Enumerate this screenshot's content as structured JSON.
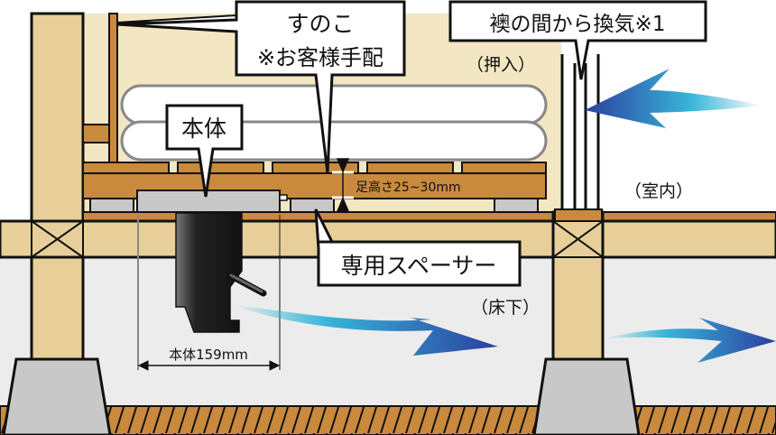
{
  "labels": {
    "sunoko": "すのこ",
    "sunoko_note": "※お客様手配",
    "oshiire": "（押入）",
    "fusuma_vent": "襖の間から換気※1",
    "body": "本体",
    "leg_height": "足高さ25~30mm",
    "indoor": "（室内）",
    "spacer": "専用スペーサー",
    "underfloor": "（床下）",
    "body_width": "本体159mm"
  },
  "colors": {
    "wood": "#c98a3e",
    "wood_light": "#e8cf9a",
    "closet_bg": "#f3e6c3",
    "underfloor_bg": "#ececec",
    "concrete": "#c8c8c8",
    "arrow_dark": "#2b3fa0",
    "arrow_light": "#38b6d8"
  }
}
